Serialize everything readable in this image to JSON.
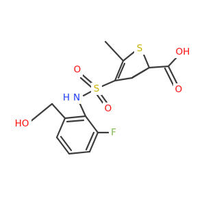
{
  "molecule": {
    "colors": {
      "bond": "#3c3c3c",
      "sulfur": "#c8b400",
      "oxygen": "#ff0d0d",
      "nitrogen": "#1e3cff",
      "fluorine": "#7fb84f"
    },
    "labels": {
      "thiophene_s": "S",
      "oh_carboxyl": "OH",
      "o_carbonyl": "O",
      "sulfonyl_s": "S",
      "o_sulfonyl_left": "O",
      "o_sulfonyl_bottom": "O",
      "nh_h": "H",
      "nh_n": "N",
      "fluorine": "F",
      "ho_hydroxyl": "HO"
    }
  }
}
